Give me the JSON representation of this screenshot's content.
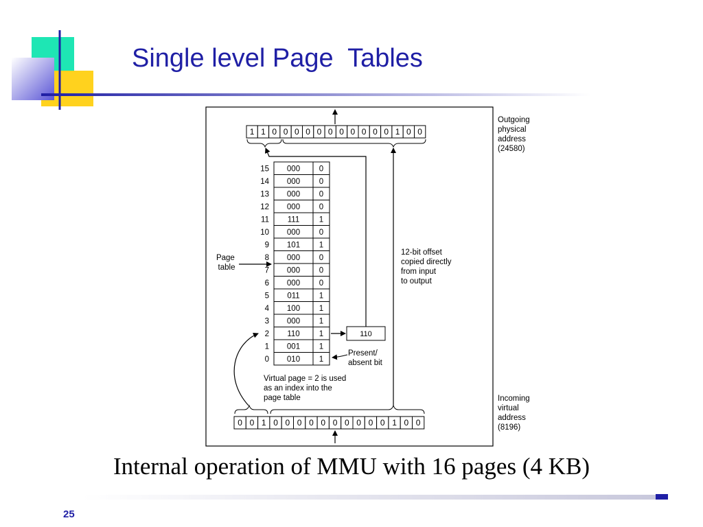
{
  "slide": {
    "title": "Single level Page  Tables",
    "caption": "Internal operation of MMU with 16 pages (4 KB)",
    "page_number": "25",
    "colors": {
      "title": "#1f1fa5",
      "accent_green": "#1ee6b4",
      "accent_yellow": "#ffd21e",
      "accent_blue": "#1f1fa5"
    }
  },
  "diagram": {
    "outgoing_bits": [
      "1",
      "1",
      "0",
      "0",
      "0",
      "0",
      "0",
      "0",
      "0",
      "0",
      "0",
      "0",
      "0",
      "1",
      "0",
      "0"
    ],
    "incoming_bits": [
      "0",
      "0",
      "1",
      "0",
      "0",
      "0",
      "0",
      "0",
      "0",
      "0",
      "0",
      "0",
      "0",
      "1",
      "0",
      "0"
    ],
    "table_rows": [
      {
        "index": "15",
        "frame": "000",
        "present": "0"
      },
      {
        "index": "14",
        "frame": "000",
        "present": "0"
      },
      {
        "index": "13",
        "frame": "000",
        "present": "0"
      },
      {
        "index": "12",
        "frame": "000",
        "present": "0"
      },
      {
        "index": "11",
        "frame": "111",
        "present": "1"
      },
      {
        "index": "10",
        "frame": "000",
        "present": "0"
      },
      {
        "index": "9",
        "frame": "101",
        "present": "1"
      },
      {
        "index": "8",
        "frame": "000",
        "present": "0"
      },
      {
        "index": "7",
        "frame": "000",
        "present": "0"
      },
      {
        "index": "6",
        "frame": "000",
        "present": "0"
      },
      {
        "index": "5",
        "frame": "011",
        "present": "1"
      },
      {
        "index": "4",
        "frame": "100",
        "present": "1"
      },
      {
        "index": "3",
        "frame": "000",
        "present": "1"
      },
      {
        "index": "2",
        "frame": "110",
        "present": "1"
      },
      {
        "index": "1",
        "frame": "001",
        "present": "1"
      },
      {
        "index": "0",
        "frame": "010",
        "present": "1"
      }
    ],
    "copied_value": "110",
    "labels": {
      "outgoing": [
        "Outgoing",
        "physical",
        "address",
        "(24580)"
      ],
      "incoming": [
        "Incoming",
        "virtual",
        "address",
        "(8196)"
      ],
      "page_table": [
        "Page",
        "table"
      ],
      "offset": [
        "12-bit offset",
        "copied directly",
        "from input",
        "to output"
      ],
      "present_absent": [
        "Present/",
        "absent bit"
      ],
      "virtual_page": [
        "Virtual page = 2 is used",
        "as an index into the",
        "page table"
      ]
    }
  }
}
